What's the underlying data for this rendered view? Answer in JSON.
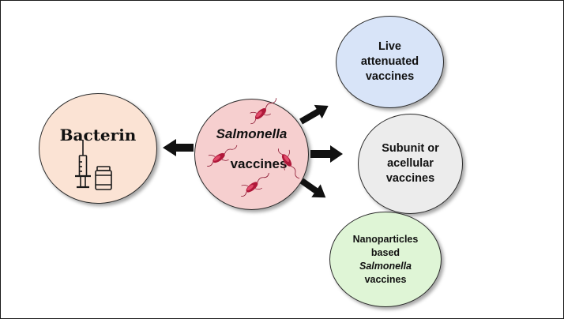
{
  "bacterin": {
    "title": "Bacterin",
    "icons": [
      "syringe-icon",
      "vial-icon"
    ],
    "fill": "#fbe3d4"
  },
  "center": {
    "line1": "Salmonella",
    "line2": "vaccines",
    "icons": [
      "bacterium-icon"
    ],
    "fill": "#f6cfcf"
  },
  "live": {
    "line1": "Live",
    "line2": "attenuated",
    "line3": "vaccines",
    "fill": "#d8e4f8"
  },
  "subunit": {
    "line1": "Subunit or",
    "line2": "acellular",
    "line3": "vaccines",
    "fill": "#ececec"
  },
  "nano": {
    "line1": "Nanoparticles",
    "line2": "based",
    "line3": "Salmonella",
    "line4": "vaccines",
    "fill": "#dff5d6"
  },
  "arrow_color": "#111111"
}
